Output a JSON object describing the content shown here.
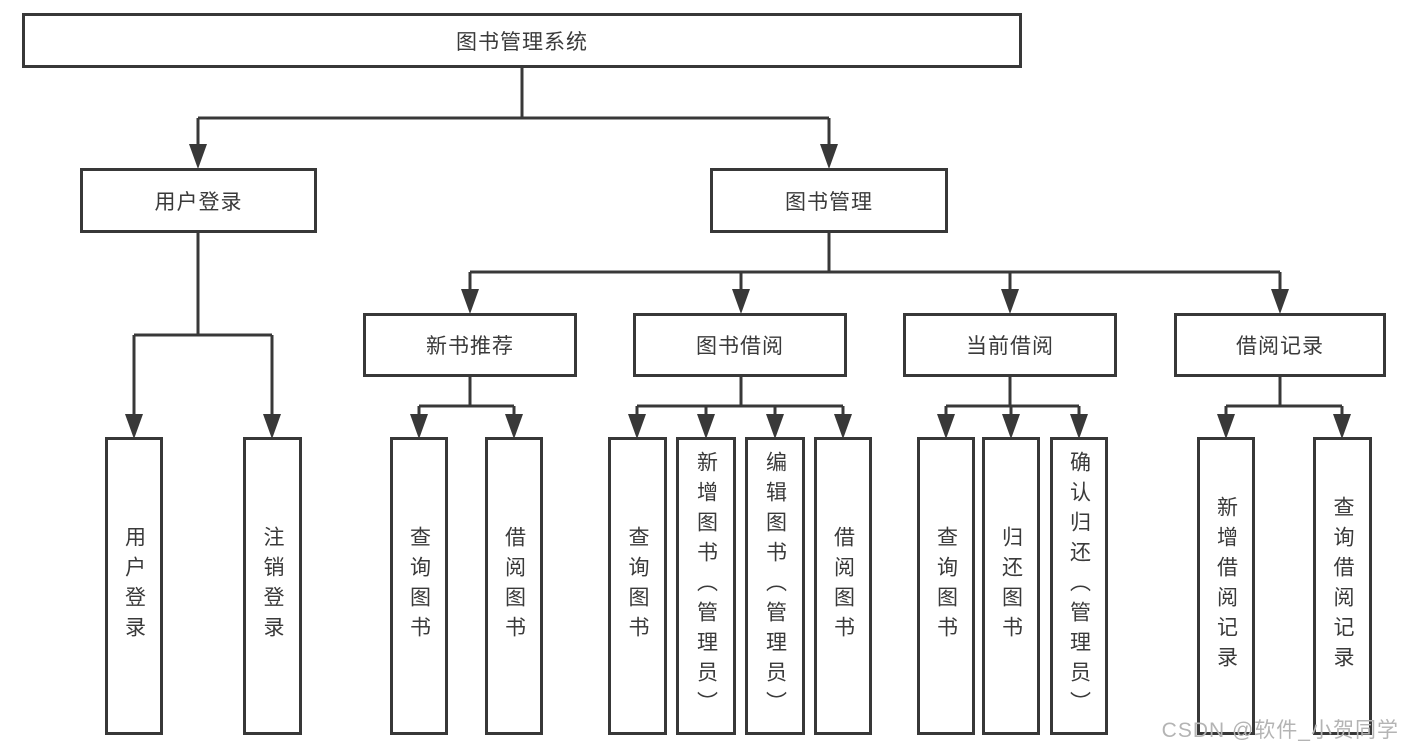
{
  "diagram": {
    "root": {
      "label": "图书管理系统"
    },
    "level2": {
      "user_login": {
        "label": "用户登录"
      },
      "book_mgmt": {
        "label": "图书管理"
      }
    },
    "level3": {
      "new_recommend": {
        "label": "新书推荐"
      },
      "book_borrow": {
        "label": "图书借阅"
      },
      "current_borrow": {
        "label": "当前借阅"
      },
      "borrow_record": {
        "label": "借阅记录"
      }
    },
    "leaves": {
      "user_login": [
        "用户登录",
        "注销登录"
      ],
      "new_recommend": [
        "查询图书",
        "借阅图书"
      ],
      "book_borrow": [
        "查询图书",
        "新增图书（管理员）",
        "编辑图书（管理员）",
        "借阅图书"
      ],
      "current_borrow": [
        "查询图书",
        "归还图书",
        "确认归还（管理员）"
      ],
      "borrow_record": [
        "新增借阅记录",
        "查询借阅记录"
      ]
    }
  },
  "watermark": "CSDN @软件_小贺同学",
  "colors": {
    "line": "#383838",
    "text": "#3a3a3a",
    "watermark": "#b4b4b4"
  }
}
